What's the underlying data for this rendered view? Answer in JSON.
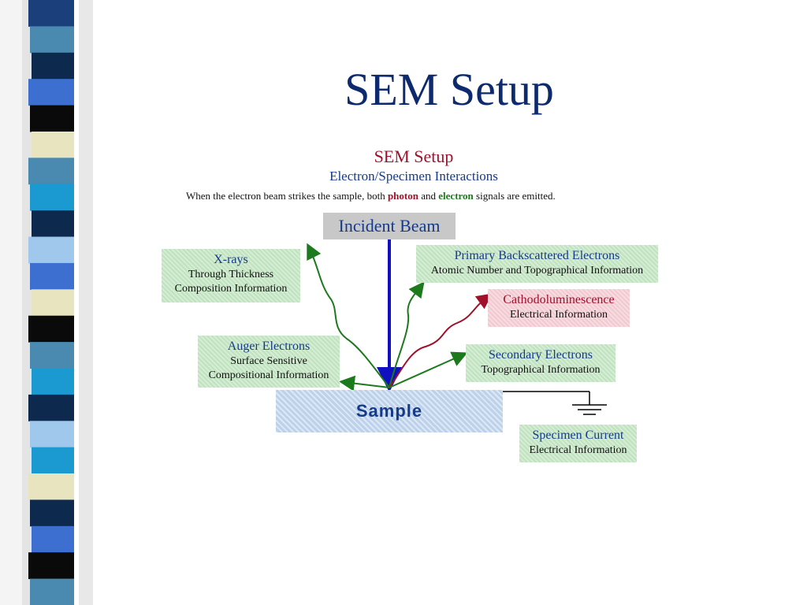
{
  "slide": {
    "title": "SEM Setup"
  },
  "figure": {
    "title": "SEM Setup",
    "subtitle": "Electron/Specimen Interactions",
    "description": {
      "part1": "When the electron beam strikes the sample, both ",
      "photon": "photon",
      "part2": " and ",
      "electron": "electron",
      "part3": " signals are emitted."
    },
    "incident_beam": "Incident Beam",
    "sample": "Sample",
    "signals": {
      "xrays": {
        "head": "X-rays",
        "line1": "Through Thickness",
        "line2": "Composition Information"
      },
      "auger": {
        "head": "Auger Electrons",
        "line1": "Surface Sensitive",
        "line2": "Compositional Information"
      },
      "backscattered": {
        "head": "Primary Backscattered Electrons",
        "line1": "Atomic Number and Topographical Information"
      },
      "cathodo": {
        "head": "Cathodoluminescence",
        "line1": "Electrical Information"
      },
      "secondary": {
        "head": "Secondary Electrons",
        "line1": "Topographical Information"
      },
      "specimen_current": {
        "head": "Specimen Current",
        "line1": "Electrical Information"
      }
    }
  },
  "colors": {
    "title": "#0d2a6e",
    "beam": "#1010c0",
    "green_arrow": "#1c7a1c",
    "red_arrow": "#a0102a",
    "green_box": "#bfe2bf",
    "pink_box": "#f2c9d0",
    "sample": "#bcd1ea"
  },
  "stripes": [
    "#1b3f7a",
    "#4a8ab0",
    "#0d2a4e",
    "#3d6fd0",
    "#0a0a0a",
    "#e8e4bf",
    "#4a8ab0",
    "#1a9ad0",
    "#0d2a4e",
    "#9fc8ec",
    "#3d6fd0",
    "#e8e4bf",
    "#0a0a0a",
    "#4a8ab0",
    "#1a9ad0",
    "#0d2a4e",
    "#9fc8ec",
    "#1a9ad0",
    "#e8e4bf",
    "#0d2a4e",
    "#3d6fd0",
    "#0a0a0a",
    "#4a8ab0"
  ]
}
